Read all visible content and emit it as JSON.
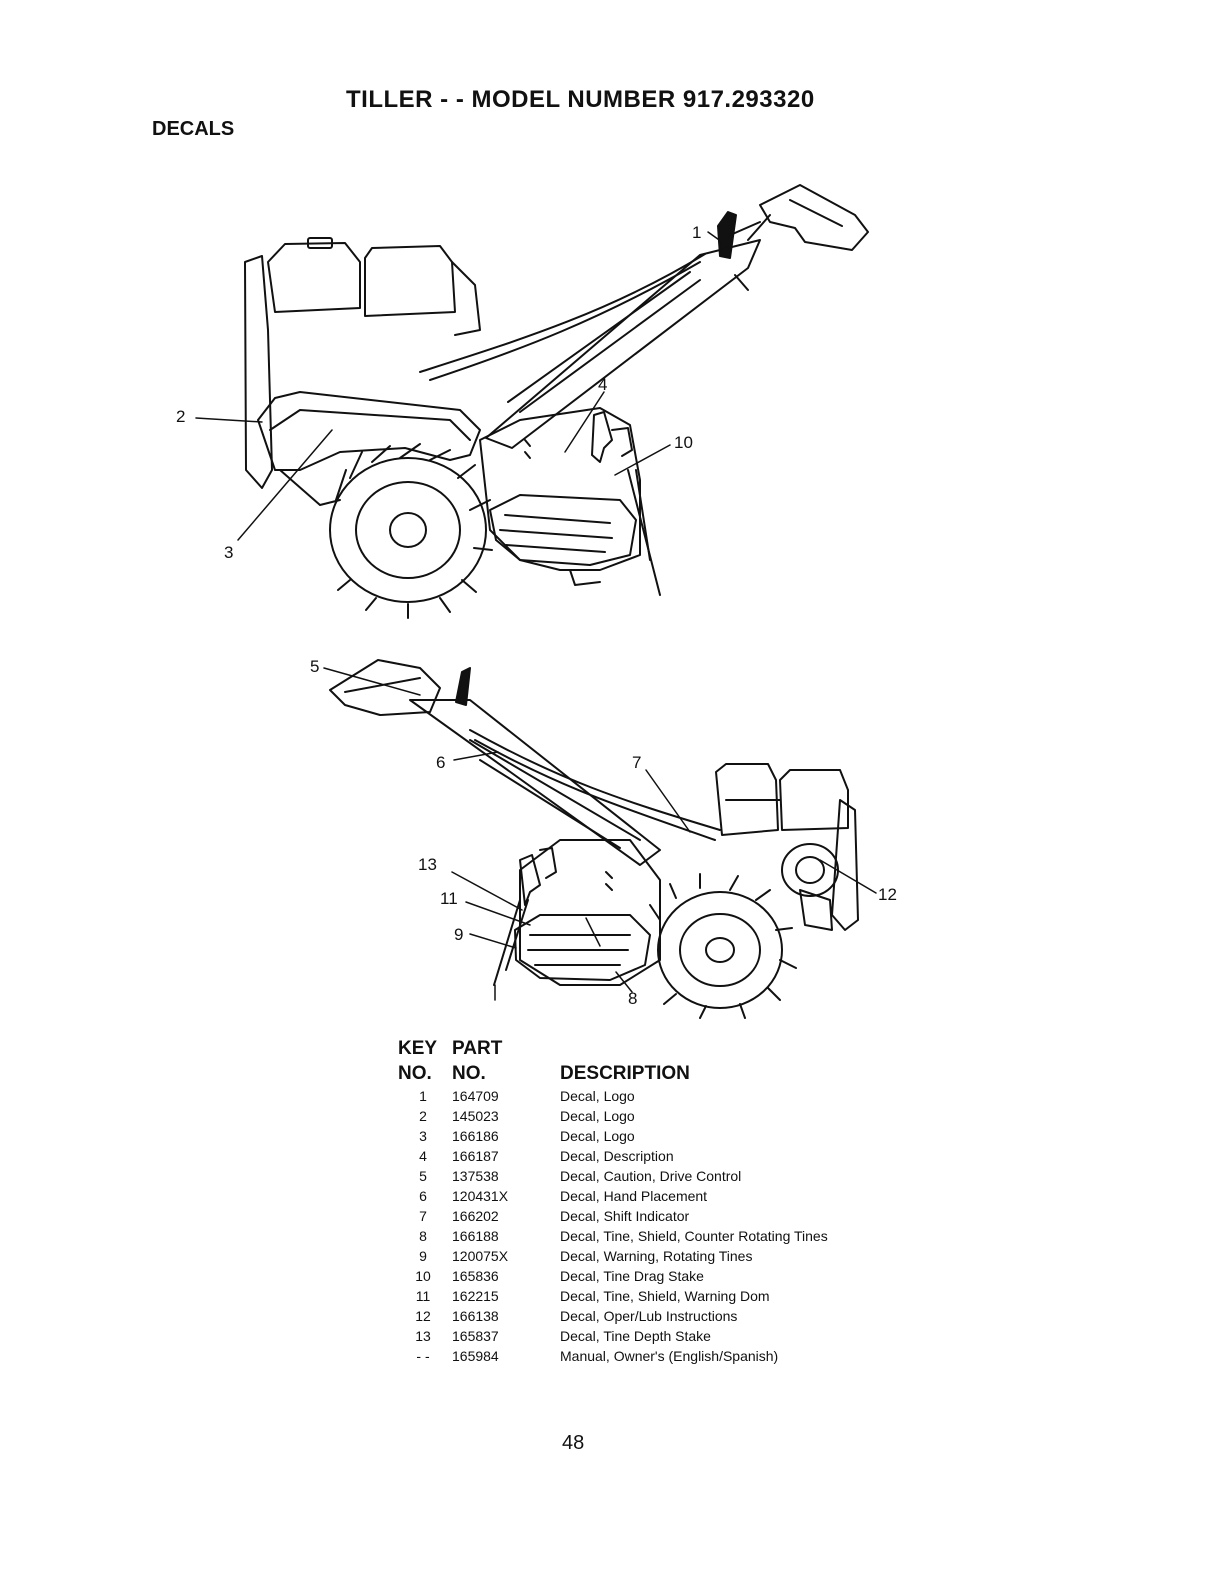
{
  "header": {
    "title": "TILLER - - MODEL NUMBER 917.293320",
    "section": "DECALS"
  },
  "figure": {
    "callouts_top": [
      "1",
      "2",
      "3",
      "4",
      "10"
    ],
    "callouts_bottom": [
      "5",
      "6",
      "7",
      "13",
      "11",
      "9",
      "8",
      "12"
    ]
  },
  "table": {
    "headers": {
      "key_line1": "KEY",
      "key_line2": "NO.",
      "part_line1": "PART",
      "part_line2": "NO.",
      "description": "DESCRIPTION"
    },
    "rows": [
      {
        "key": "1",
        "part": "164709",
        "desc": "Decal, Logo"
      },
      {
        "key": "2",
        "part": "145023",
        "desc": "Decal, Logo"
      },
      {
        "key": "3",
        "part": "166186",
        "desc": "Decal, Logo"
      },
      {
        "key": "4",
        "part": "166187",
        "desc": "Decal, Description"
      },
      {
        "key": "5",
        "part": "137538",
        "desc": "Decal, Caution, Drive Control"
      },
      {
        "key": "6",
        "part": "120431X",
        "desc": "Decal, Hand Placement"
      },
      {
        "key": "7",
        "part": "166202",
        "desc": "Decal, Shift Indicator"
      },
      {
        "key": "8",
        "part": "166188",
        "desc": "Decal, Tine, Shield, Counter Rotating Tines"
      },
      {
        "key": "9",
        "part": "120075X",
        "desc": "Decal, Warning, Rotating Tines"
      },
      {
        "key": "10",
        "part": "165836",
        "desc": "Decal, Tine Drag Stake"
      },
      {
        "key": "11",
        "part": "162215",
        "desc": "Decal, Tine, Shield, Warning Dom"
      },
      {
        "key": "12",
        "part": "166138",
        "desc": "Decal, Oper/Lub Instructions"
      },
      {
        "key": "13",
        "part": "165837",
        "desc": "Decal, Tine Depth Stake"
      },
      {
        "key": "- -",
        "part": "165984",
        "desc": "Manual, Owner's (English/Spanish)"
      }
    ]
  },
  "page_number": "48"
}
